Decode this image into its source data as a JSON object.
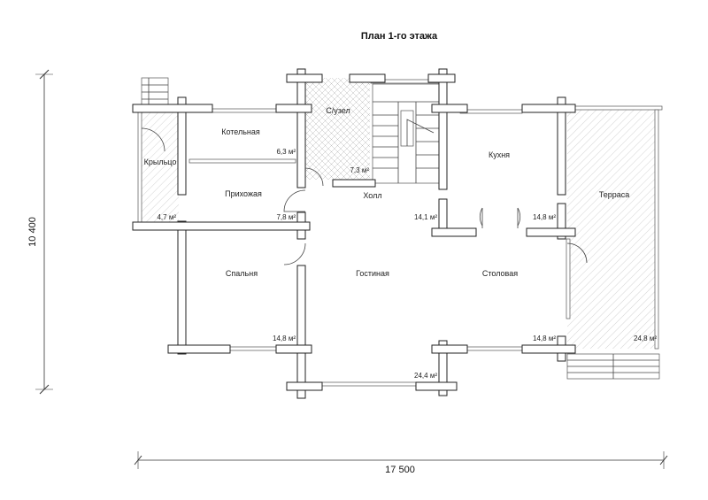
{
  "title": "План 1-го этажа",
  "dimensions": {
    "width": "17  500",
    "height": "10  400"
  },
  "rooms": {
    "kotelnaya": {
      "name": "Котельная",
      "area": "6,3 м²"
    },
    "suzel": {
      "name": "С/узел",
      "area": "7,3 м²"
    },
    "kryltso": {
      "name": "Крыльцо",
      "area": "4,7 м²"
    },
    "prikhozhaya": {
      "name": "Прихожая",
      "area": "7,8 м²"
    },
    "kholl": {
      "name": "Холл",
      "area": "14,1 м²"
    },
    "kukhnya": {
      "name": "Кухня",
      "area": "14,8 м²"
    },
    "terrasa": {
      "name": "Терраса",
      "area": "24,8 м²"
    },
    "spalnya": {
      "name": "Спальня",
      "area": "14,8 м²"
    },
    "gostinaya": {
      "name": "Гостиная",
      "area": "24,4 м²"
    },
    "stolovaya": {
      "name": "Столовая",
      "area": "14,8 м²"
    }
  },
  "colors": {
    "wall_stroke": "#222222",
    "hatch": "#999999",
    "background": "#ffffff"
  }
}
